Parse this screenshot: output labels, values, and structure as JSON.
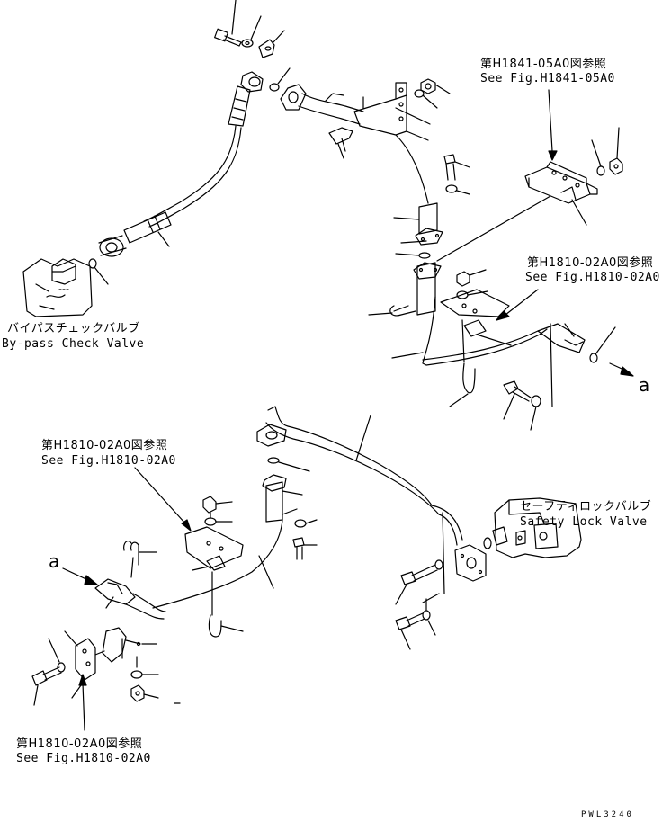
{
  "diagram": {
    "labels": {
      "ref_top_right_jp": "第H1841-05A0図参照",
      "ref_top_right_en": "See Fig.H1841-05A0",
      "ref_mid_right_jp": "第H1810-02A0図参照",
      "ref_mid_right_en": "See Fig.H1810-02A0",
      "ref_mid_left_jp": "第H1810-02A0図参照",
      "ref_mid_left_en": "See Fig.H1810-02A0",
      "ref_bottom_left_jp": "第H1810-02A0図参照",
      "ref_bottom_left_en": "See Fig.H1810-02A0",
      "bypass_jp": "バイパスチェックバルブ",
      "bypass_en": "By-pass Check Valve",
      "safety_jp": "セーフティロックバルブ",
      "safety_en": "Safety Lock Valve",
      "mark_a_right": "a",
      "mark_a_left": "a",
      "drawing_code": "PWL3240"
    }
  }
}
